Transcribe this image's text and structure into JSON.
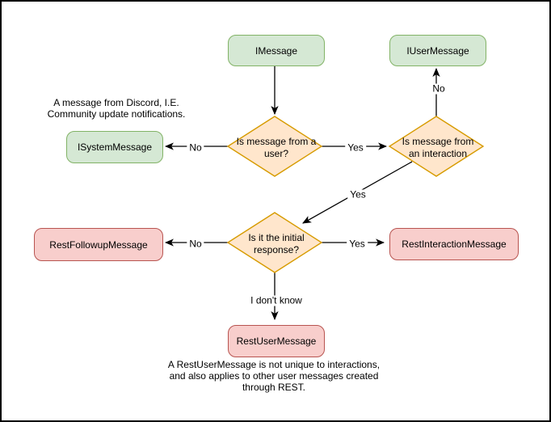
{
  "colors": {
    "canvas-bg": "#ffffff",
    "border": "#000000",
    "line": "#000000",
    "text": "#000000",
    "green-fill": "#d5e8d4",
    "green-stroke": "#82b366",
    "orange-fill": "#ffe6cc",
    "orange-stroke": "#d79b00",
    "red-fill": "#f8cecc",
    "red-stroke": "#b85450"
  },
  "nodes": {
    "imessage": {
      "label": "IMessage"
    },
    "iusermessage": {
      "label": "IUserMessage"
    },
    "isystemmessage": {
      "label": "ISystemMessage"
    },
    "is_from_user": {
      "label": "Is message from a user?"
    },
    "is_from_interaction": {
      "label": "Is message from an interaction"
    },
    "is_initial_response": {
      "label": "Is it the initial response?"
    },
    "restfollowupmessage": {
      "label": "RestFollowupMessage"
    },
    "restinteractionmessage": {
      "label": "RestInteractionMessage"
    },
    "restusermessage": {
      "label": "RestUserMessage"
    }
  },
  "edge_labels": {
    "from_user_no": "No",
    "from_user_yes": "Yes",
    "from_interaction_no": "No",
    "from_interaction_yes": "Yes",
    "initial_response_no": "No",
    "initial_response_yes": "Yes",
    "initial_response_unknown": "I don't know"
  },
  "annotations": {
    "system_message_note": "A message from Discord, I.E.\nCommunity update notifications.",
    "rest_user_message_note": "A RestUserMessage is not unique to interactions,\nand also applies to other user messages created\nthrough REST."
  }
}
